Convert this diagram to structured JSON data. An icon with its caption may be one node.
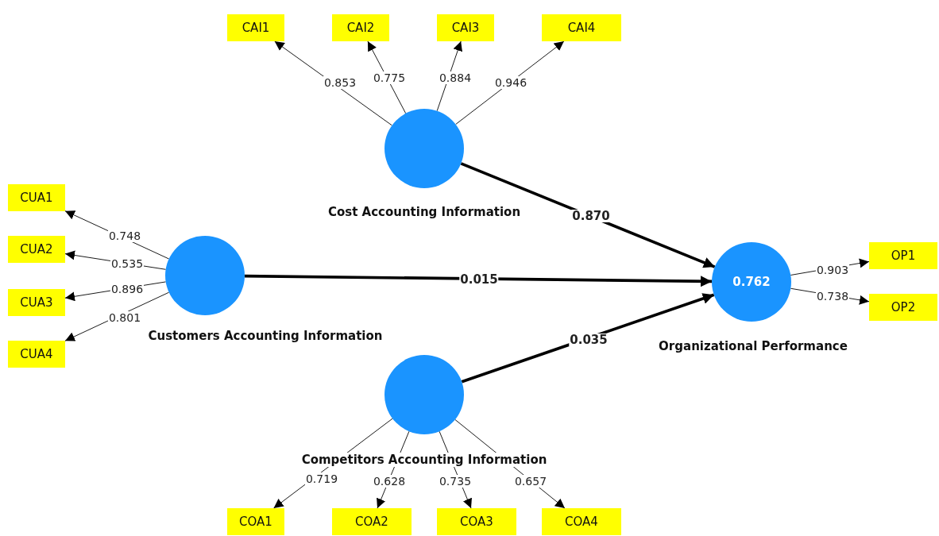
{
  "diagram": {
    "nodes": [
      {
        "text": [
          "Cost Accounting Information"
        ]
      },
      {
        "text": [
          "CAI1"
        ]
      },
      {
        "text": [
          "CAI2"
        ]
      },
      {
        "text": [
          "CAI3"
        ]
      },
      {
        "text": [
          "CAI4"
        ]
      },
      {
        "text": [
          "Customers Accounting Information"
        ]
      },
      {
        "text": [
          "CUA1"
        ]
      },
      {
        "text": [
          "CUA2"
        ]
      },
      {
        "text": [
          "CUA3"
        ]
      },
      {
        "text": [
          "CUA4"
        ]
      },
      {
        "text": [
          "0.762",
          "Organizational Performance"
        ]
      },
      {
        "text": [
          "OP1"
        ]
      },
      {
        "text": [
          "OP2"
        ]
      },
      {
        "text": [
          "Competitors Accounting Information"
        ]
      },
      {
        "text": [
          "COA1"
        ]
      },
      {
        "text": [
          "COA2"
        ]
      },
      {
        "text": [
          "COA3"
        ]
      },
      {
        "text": [
          "COA4"
        ]
      }
    ],
    "edges": [
      {
        "from": 0,
        "to": 1,
        "arrow": "to",
        "label": "0.853"
      },
      {
        "from": 0,
        "to": 2,
        "arrow": "to",
        "label": "0.775"
      },
      {
        "from": 0,
        "to": 3,
        "arrow": "to",
        "label": "0.884"
      },
      {
        "from": 0,
        "to": 4,
        "arrow": "to",
        "label": "0.946"
      },
      {
        "from": 5,
        "to": 6,
        "arrow": "to",
        "label": "0.748"
      },
      {
        "from": 5,
        "to": 7,
        "arrow": "to",
        "label": "0.535"
      },
      {
        "from": 5,
        "to": 8,
        "arrow": "to",
        "label": "0.896"
      },
      {
        "from": 5,
        "to": 9,
        "arrow": "to",
        "label": "0.801"
      },
      {
        "from": 10,
        "to": 11,
        "arrow": "to",
        "label": "0.903"
      },
      {
        "from": 10,
        "to": 12,
        "arrow": "to",
        "label": "0.738"
      },
      {
        "from": 13,
        "to": 14,
        "arrow": "to",
        "label": "0.719"
      },
      {
        "from": 13,
        "to": 15,
        "arrow": "to",
        "label": "0.628"
      },
      {
        "from": 13,
        "to": 16,
        "arrow": "to",
        "label": "0.735"
      },
      {
        "from": 13,
        "to": 17,
        "arrow": "to",
        "label": "0.657"
      },
      {
        "from": 0,
        "to": 10,
        "arrow": "to",
        "label": "0.870",
        "style": "thick"
      },
      {
        "from": 5,
        "to": 10,
        "arrow": "to",
        "label": "0.015",
        "style": "thick"
      },
      {
        "from": 13,
        "to": 10,
        "arrow": "to",
        "label": "0.035",
        "style": "thick"
      }
    ]
  }
}
